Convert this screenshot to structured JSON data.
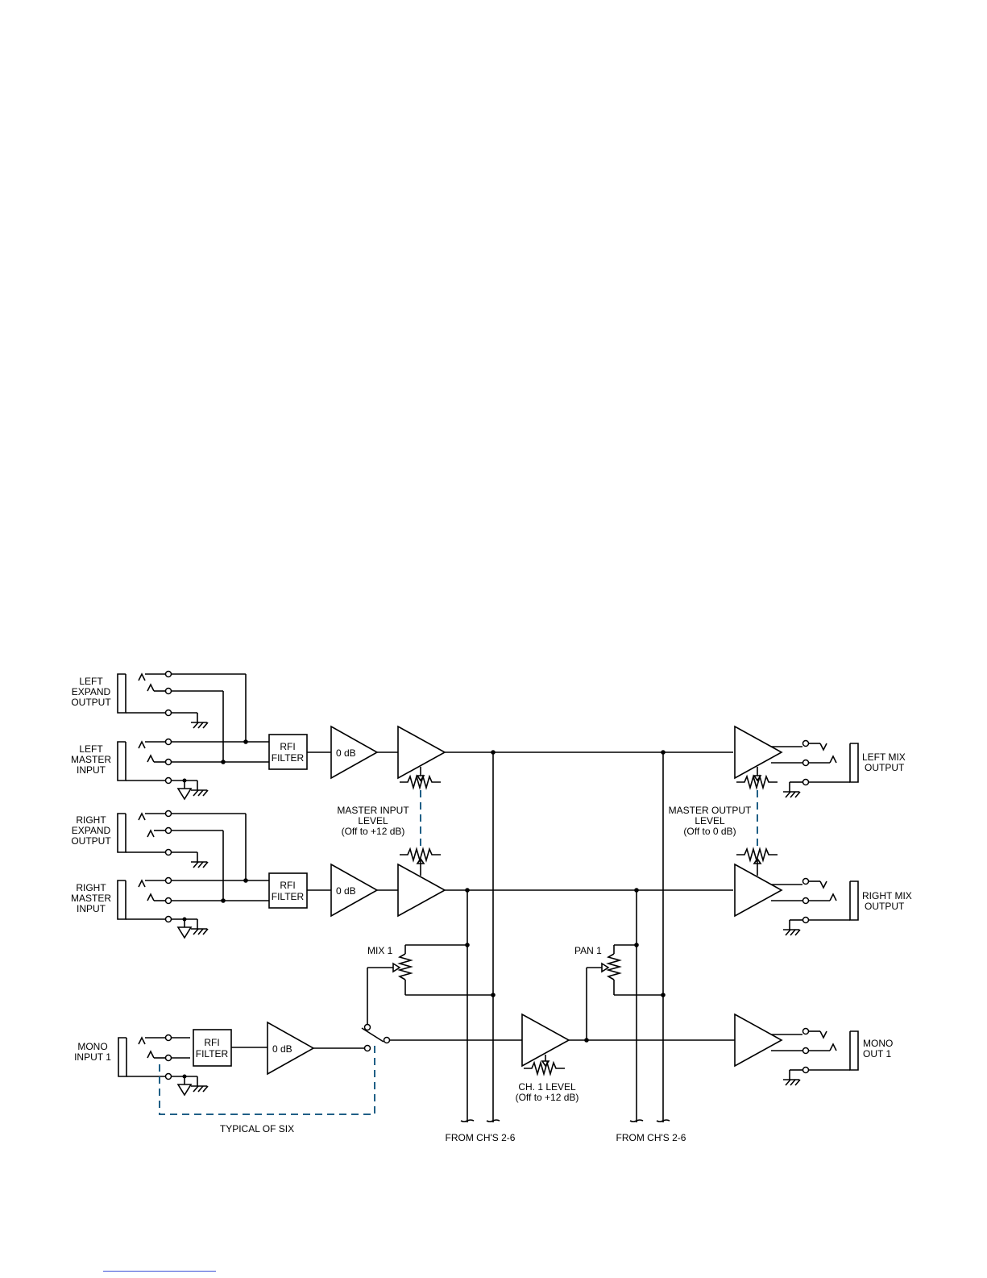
{
  "colors": {
    "ink": "#000000",
    "link_dash": "#1f5f86",
    "footer_rule": "#3a4fd6"
  },
  "jacks": {
    "left_expand": [
      "LEFT",
      "EXPAND",
      "OUTPUT"
    ],
    "left_master": [
      "LEFT",
      "MASTER",
      "INPUT"
    ],
    "right_expand": [
      "RIGHT",
      "EXPAND",
      "OUTPUT"
    ],
    "right_master": [
      "RIGHT",
      "MASTER",
      "INPUT"
    ],
    "mono_input": [
      "MONO",
      "INPUT 1"
    ],
    "left_mix_out": [
      "LEFT MIX",
      "OUTPUT"
    ],
    "right_mix_out": [
      "RIGHT MIX",
      "OUTPUT"
    ],
    "mono_out": [
      "MONO",
      "OUT 1"
    ]
  },
  "blocks": {
    "rfi": [
      "RFI",
      "FILTER"
    ],
    "gain": "0 dB"
  },
  "labels": {
    "master_input": [
      "MASTER INPUT",
      "LEVEL",
      "(Off to +12 dB)"
    ],
    "master_output": [
      "MASTER OUTPUT",
      "LEVEL",
      "(Off to 0 dB)"
    ],
    "mix": "MIX 1",
    "pan": "PAN 1",
    "ch_level": [
      "CH. 1 LEVEL",
      "(Off to +12 dB)"
    ],
    "typical": "TYPICAL OF SIX",
    "from_left": "FROM CH'S 2-6",
    "from_right": "FROM CH'S 2-6"
  }
}
